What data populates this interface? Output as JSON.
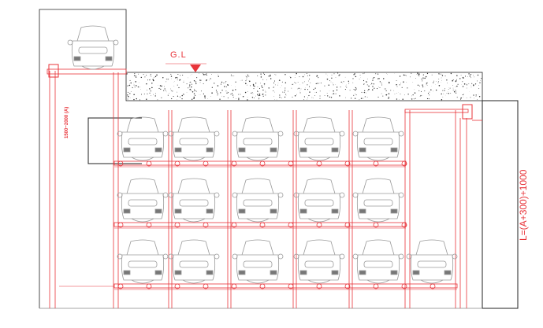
{
  "labels": {
    "ground_level": "G.L",
    "pit_height": "1500~2000 (A)",
    "total_length": "L=(A+300)+1000"
  },
  "colors": {
    "structure": "#e8343a",
    "car": "#9a9a9a",
    "outline": "#222222"
  },
  "layout_info": {
    "levels_below_ground": 3,
    "cars_per_level": [
      5,
      5,
      6
    ],
    "cars_above_ground": 1
  }
}
